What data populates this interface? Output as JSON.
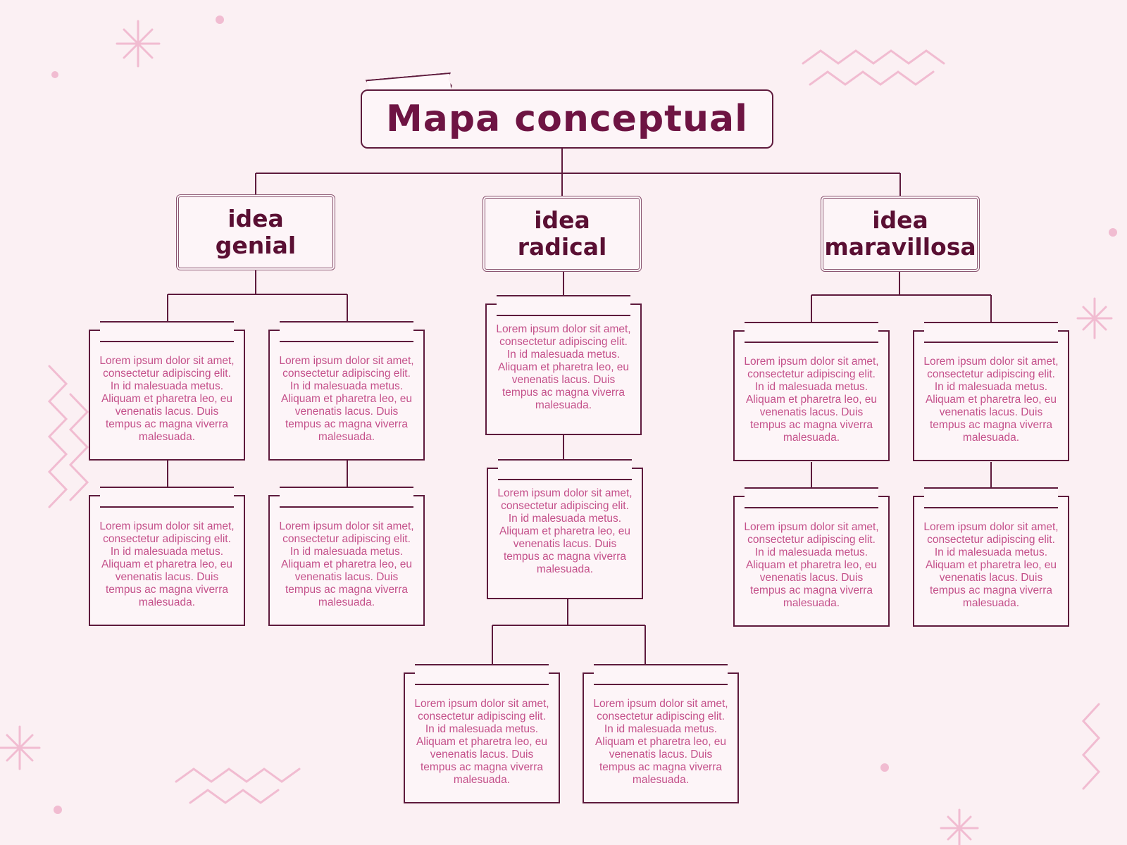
{
  "title": "Mapa conceptual",
  "ideas": [
    "idea\ngenial",
    "idea\nradical",
    "idea\nmaravillosa"
  ],
  "note_text": "Lorem ipsum dolor sit amet, consectetur adipiscing elit. In id malesuada metus. Aliquam et pharetra leo, eu venenatis lacus. Duis tempus ac magna viverra malesuada.",
  "colors": {
    "background": "#fbf0f3",
    "outline": "#5e1a3c",
    "title_text": "#6e1443",
    "body_text": "#c4508a",
    "decoration": "#f1bcd1"
  }
}
